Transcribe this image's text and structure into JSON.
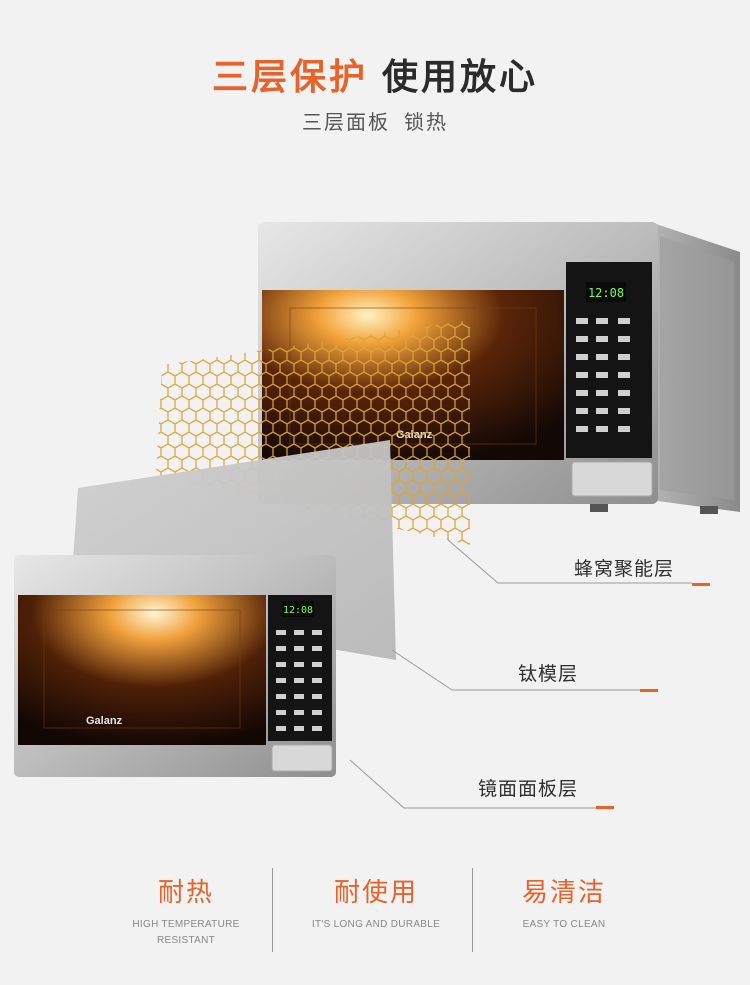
{
  "header": {
    "title_accent": "三层保护",
    "title_main": "使用放心",
    "subtitle_a": "三层面板",
    "subtitle_b": "锁热"
  },
  "product": {
    "brand": "Galanz",
    "display_time": "12:08"
  },
  "layers": [
    {
      "label": "蜂窝聚能层"
    },
    {
      "label": "钛模层"
    },
    {
      "label": "镜面面板层"
    }
  ],
  "features": [
    {
      "title": "耐热",
      "sub_line1": "HIGH TEMPERATURE",
      "sub_line2": "RESISTANT"
    },
    {
      "title": "耐使用",
      "sub_line1": "IT'S LONG AND DURABLE",
      "sub_line2": ""
    },
    {
      "title": "易清洁",
      "sub_line1": "EASY TO CLEAN",
      "sub_line2": ""
    }
  ],
  "colors": {
    "accent": "#e8632a",
    "text_dark": "#2b2b2b",
    "display_green": "#7dff4a"
  }
}
